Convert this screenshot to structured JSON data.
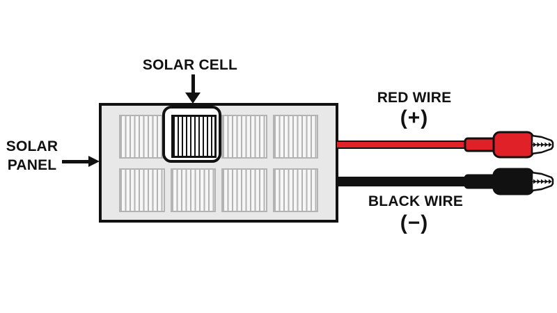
{
  "diagram": {
    "title": "Solar panel parts diagram",
    "labels": {
      "solar_cell": "SOLAR CELL",
      "solar_panel_line1": "SOLAR",
      "solar_panel_line2": "PANEL",
      "red_wire": "RED WIRE",
      "red_polarity": "(+)",
      "black_wire": "BLACK WIRE",
      "black_polarity": "(−)"
    },
    "panel_grid": {
      "rows": 2,
      "columns": 4
    },
    "icons": [
      "down-arrow-icon",
      "right-arrow-icon",
      "alligator-clip-icon"
    ],
    "colors": {
      "ink": "#111111",
      "panel_fill": "#e8e8e8",
      "panel_border": "#111111",
      "cell_stripe": "#b3b3b3",
      "cell_fill": "#f6f6f6",
      "highlight_fill": "#ffffff",
      "wire_red": "#e02128",
      "wire_black": "#111111"
    }
  }
}
